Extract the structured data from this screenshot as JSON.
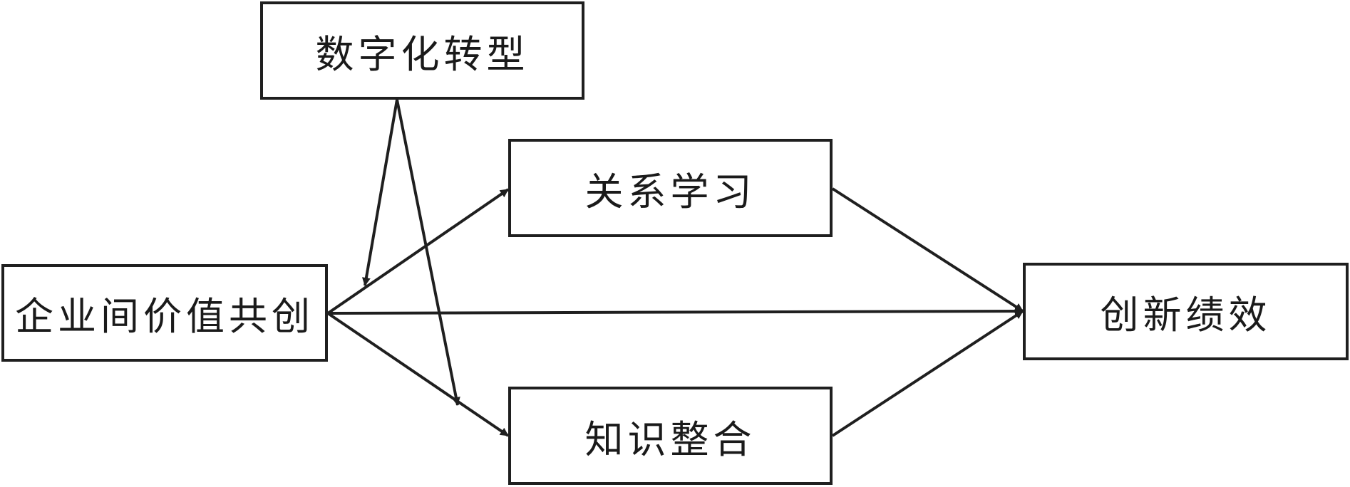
{
  "diagram": {
    "nodes": {
      "digital_transformation": "数字化转型",
      "inter_firm_value_cocreation": "企业间价值共创",
      "relational_learning": "关系学习",
      "knowledge_integration": "知识整合",
      "innovation_performance": "创新绩效"
    },
    "edges": [
      {
        "from": "inter_firm_value_cocreation",
        "to": "relational_learning"
      },
      {
        "from": "inter_firm_value_cocreation",
        "to": "knowledge_integration"
      },
      {
        "from": "inter_firm_value_cocreation",
        "to": "innovation_performance"
      },
      {
        "from": "relational_learning",
        "to": "innovation_performance"
      },
      {
        "from": "knowledge_integration",
        "to": "innovation_performance"
      },
      {
        "from": "digital_transformation",
        "to": "path:inter_firm_value_cocreation->relational_learning",
        "type": "moderation"
      },
      {
        "from": "digital_transformation",
        "to": "path:inter_firm_value_cocreation->knowledge_integration",
        "type": "moderation"
      }
    ],
    "colors": {
      "line": "#1f1f1f",
      "text": "#1a1a1a",
      "background": "#ffffff"
    }
  }
}
